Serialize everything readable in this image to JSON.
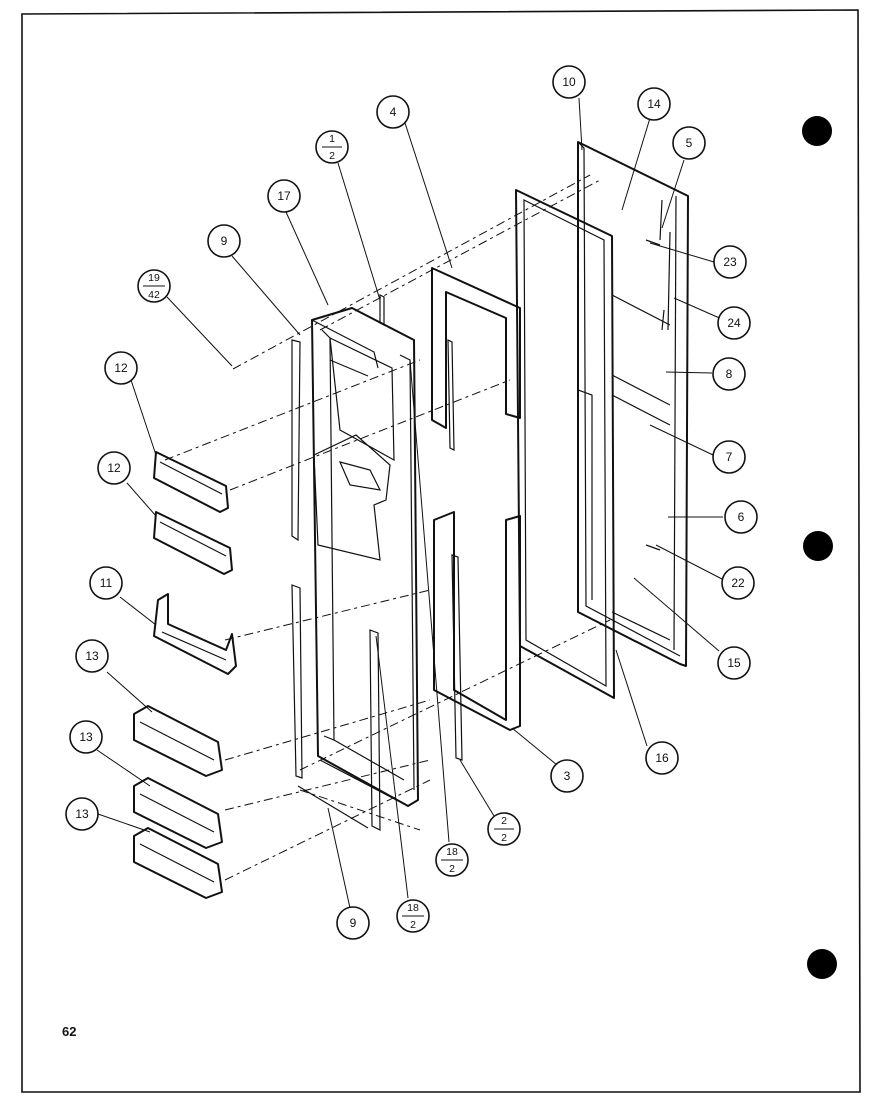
{
  "page_number": "62",
  "callouts": [
    {
      "id": "c10",
      "label": "10"
    },
    {
      "id": "c14",
      "label": "14"
    },
    {
      "id": "c4",
      "label": "4"
    },
    {
      "id": "c5",
      "label": "5"
    },
    {
      "id": "c1-2",
      "num": "1",
      "den": "2"
    },
    {
      "id": "c17",
      "label": "17"
    },
    {
      "id": "c9-top",
      "label": "9"
    },
    {
      "id": "c19-42",
      "num": "19",
      "den": "42"
    },
    {
      "id": "c23",
      "label": "23"
    },
    {
      "id": "c24",
      "label": "24"
    },
    {
      "id": "c12-a",
      "label": "12"
    },
    {
      "id": "c8",
      "label": "8"
    },
    {
      "id": "c12-b",
      "label": "12"
    },
    {
      "id": "c7",
      "label": "7"
    },
    {
      "id": "c6",
      "label": "6"
    },
    {
      "id": "c11",
      "label": "11"
    },
    {
      "id": "c22",
      "label": "22"
    },
    {
      "id": "c15",
      "label": "15"
    },
    {
      "id": "c13-a",
      "label": "13"
    },
    {
      "id": "c13-b",
      "label": "13"
    },
    {
      "id": "c16",
      "label": "16"
    },
    {
      "id": "c3",
      "label": "3"
    },
    {
      "id": "c13-c",
      "label": "13"
    },
    {
      "id": "c2-2",
      "num": "2",
      "den": "2"
    },
    {
      "id": "c18-2-a",
      "num": "18",
      "den": "2"
    },
    {
      "id": "c18-2-b",
      "num": "18",
      "den": "2"
    },
    {
      "id": "c9-bottom",
      "label": "9"
    }
  ]
}
